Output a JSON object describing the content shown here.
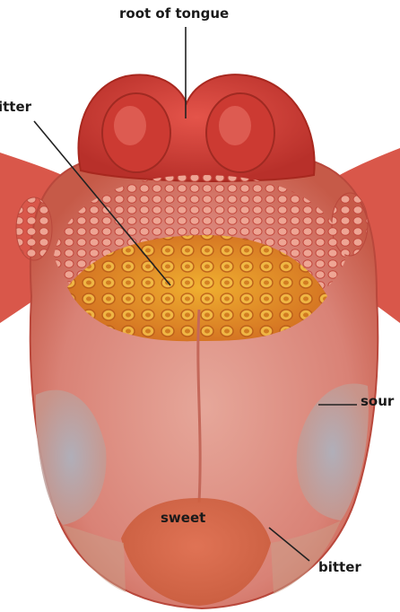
{
  "labels": {
    "root_of_tongue": "root of tongue",
    "bitter_top": "itter",
    "sour": "sour",
    "sweet": "sweet",
    "bitter_bottom": "bitter"
  },
  "colors": {
    "tongue_base": "#c9473d",
    "tongue_body": "#d98276",
    "root_area": "#d23a30",
    "papillae": "#e89a88",
    "bitter_band": "#e8a020",
    "sour_region": "#9aa8b8",
    "sweet_region": "#d4603c",
    "leader_line": "#222222"
  }
}
